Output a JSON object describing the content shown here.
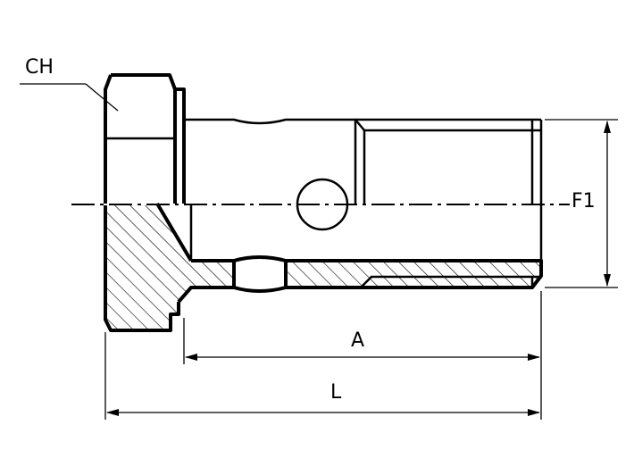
{
  "labels": {
    "ch": "CH",
    "f1": "F1",
    "a": "A",
    "l": "L"
  },
  "colors": {
    "line": "#000000",
    "background": "#ffffff"
  }
}
